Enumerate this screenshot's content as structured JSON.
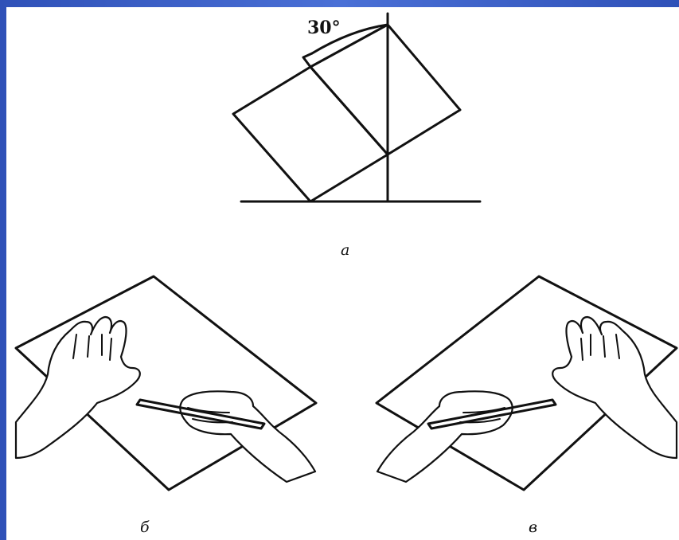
{
  "figure": {
    "angle_label": "30°",
    "caption_a": "а",
    "caption_b": "б",
    "caption_c": "в"
  },
  "colors": {
    "frame": "#3e62c9",
    "panel": "#ffffff",
    "ink": "#111111"
  }
}
